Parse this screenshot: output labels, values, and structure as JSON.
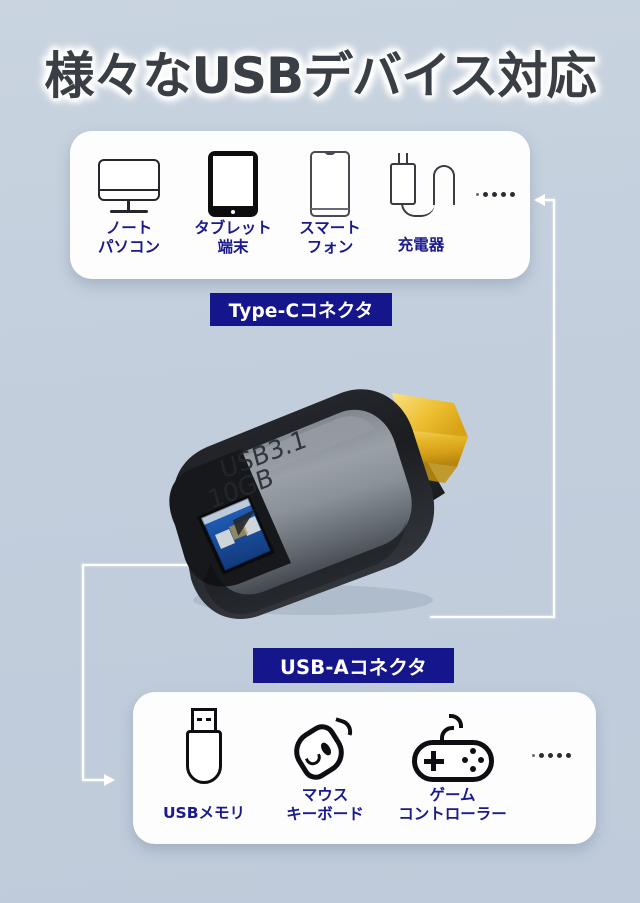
{
  "page": {
    "title": "様々なUSBデバイス対応",
    "background_color": "#c2cedc",
    "accent_color": "#16168c",
    "label_color": "#1a1a8e"
  },
  "top_card": {
    "name": "type-c-device-card",
    "devices": [
      {
        "icon": "monitor-icon",
        "label_line1": "ノート",
        "label_line2": "パソコン"
      },
      {
        "icon": "tablet-icon",
        "label_line1": "タブレット",
        "label_line2": "端末"
      },
      {
        "icon": "smartphone-icon",
        "label_line1": "スマート",
        "label_line2": "フォン"
      },
      {
        "icon": "charger-icon",
        "label_line1": "充電器",
        "label_line2": ""
      }
    ],
    "ellipsis": "•••••"
  },
  "bottom_card": {
    "name": "usb-a-device-card",
    "devices": [
      {
        "icon": "usb-flash-drive-icon",
        "label_line1": "USBメモリ",
        "label_line2": ""
      },
      {
        "icon": "mouse-icon",
        "label_line1": "マウス",
        "label_line2": "キーボード"
      },
      {
        "icon": "gamepad-icon",
        "label_line1": "ゲーム",
        "label_line2": "コントローラー"
      }
    ],
    "ellipsis": "•••••"
  },
  "badges": {
    "type_c": "Type-Cコネクタ",
    "usb_a": "USB-Aコネクタ"
  },
  "product": {
    "name": "usb-c-to-usb-a-otg-adapter",
    "engraving_line1": "USB3.1",
    "engraving_line2": "10GB",
    "body_color": "#6f747b",
    "connector_c_color": "#e8b520",
    "port_a_color": "#1e5fb4"
  }
}
